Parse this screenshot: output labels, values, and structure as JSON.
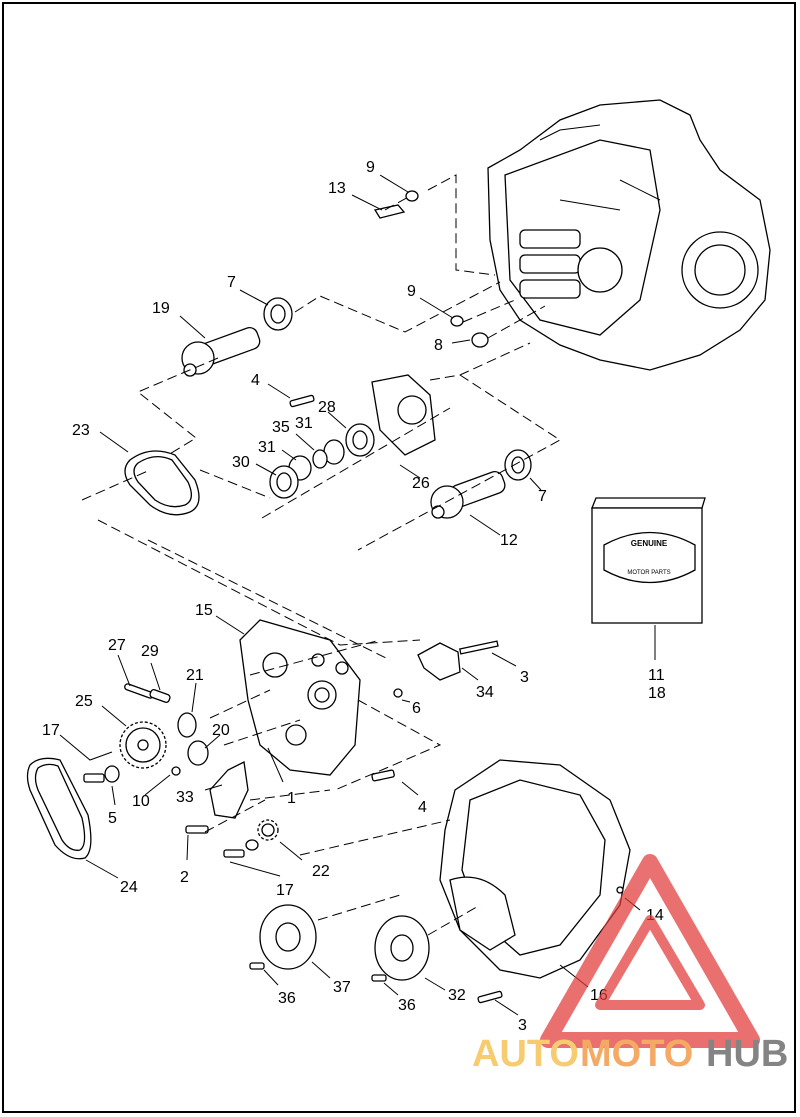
{
  "diagram": {
    "labels": [
      {
        "id": "p9a",
        "text": "9"
      },
      {
        "id": "p13",
        "text": "13"
      },
      {
        "id": "p7a",
        "text": "7"
      },
      {
        "id": "p19",
        "text": "19"
      },
      {
        "id": "p9b",
        "text": "9"
      },
      {
        "id": "p8",
        "text": "8"
      },
      {
        "id": "p4a",
        "text": "4"
      },
      {
        "id": "p28",
        "text": "28"
      },
      {
        "id": "p31a",
        "text": "31"
      },
      {
        "id": "p35",
        "text": "35"
      },
      {
        "id": "p23",
        "text": "23"
      },
      {
        "id": "p31b",
        "text": "31"
      },
      {
        "id": "p30",
        "text": "30"
      },
      {
        "id": "p26",
        "text": "26"
      },
      {
        "id": "p7b",
        "text": "7"
      },
      {
        "id": "p12",
        "text": "12"
      },
      {
        "id": "p15",
        "text": "15"
      },
      {
        "id": "p27",
        "text": "27"
      },
      {
        "id": "p29",
        "text": "29"
      },
      {
        "id": "p21",
        "text": "21"
      },
      {
        "id": "p25",
        "text": "25"
      },
      {
        "id": "p20",
        "text": "20"
      },
      {
        "id": "p17a",
        "text": "17"
      },
      {
        "id": "p6",
        "text": "6"
      },
      {
        "id": "p3a",
        "text": "3"
      },
      {
        "id": "p34",
        "text": "34"
      },
      {
        "id": "p11",
        "text": "11"
      },
      {
        "id": "p18",
        "text": "18"
      },
      {
        "id": "p10",
        "text": "10"
      },
      {
        "id": "p33",
        "text": "33"
      },
      {
        "id": "p1",
        "text": "1"
      },
      {
        "id": "p5",
        "text": "5"
      },
      {
        "id": "p4b",
        "text": "4"
      },
      {
        "id": "p2",
        "text": "2"
      },
      {
        "id": "p22",
        "text": "22"
      },
      {
        "id": "p17b",
        "text": "17"
      },
      {
        "id": "p24",
        "text": "24"
      },
      {
        "id": "p14",
        "text": "14"
      },
      {
        "id": "p36a",
        "text": "36"
      },
      {
        "id": "p37",
        "text": "37"
      },
      {
        "id": "p36b",
        "text": "36"
      },
      {
        "id": "p32",
        "text": "32"
      },
      {
        "id": "p16",
        "text": "16"
      },
      {
        "id": "p3b",
        "text": "3"
      }
    ],
    "kit_badge": {
      "line1": "GENUINE",
      "line2": "MOTOR PARTS"
    }
  },
  "watermark": {
    "part1": "AUTO",
    "part2": "MOTO",
    "part3": "HUB",
    "colors": {
      "auto": "#f5b93a",
      "moto": "#f08a2a",
      "hub": "#555555",
      "triangle": "#e23a3a"
    }
  }
}
